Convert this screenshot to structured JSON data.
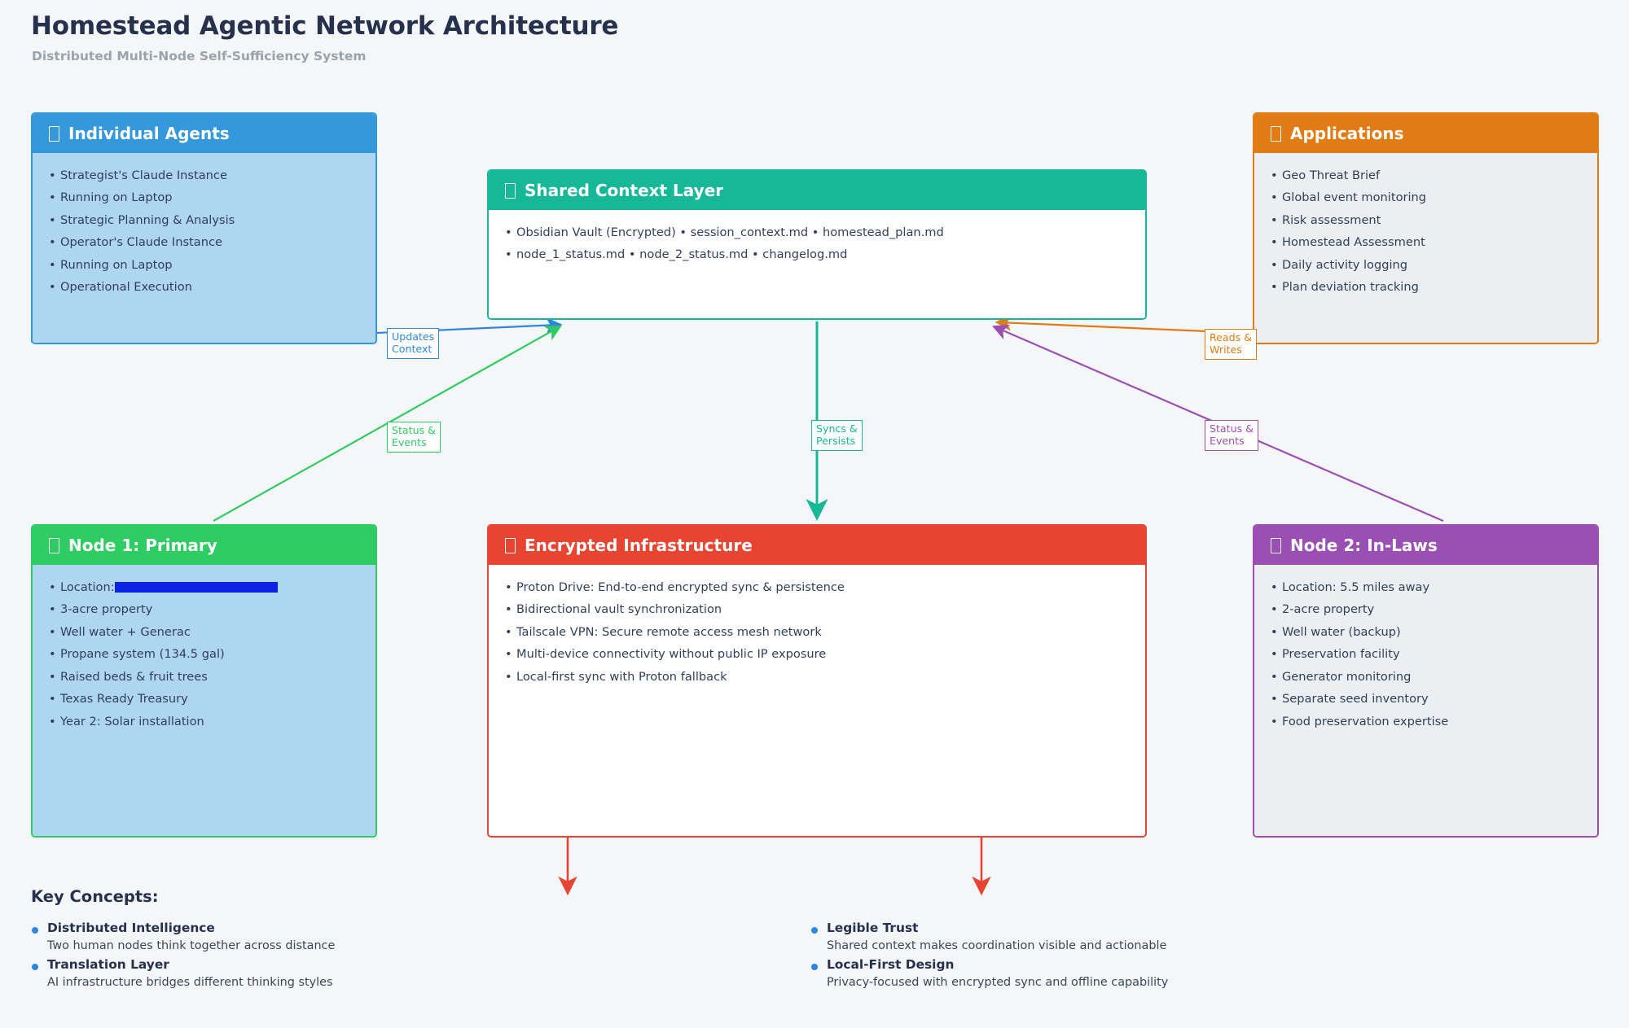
{
  "header": {
    "title": "Homestead Agentic Network Architecture",
    "subtitle": "Distributed Multi-Node Self-Sufficiency System"
  },
  "colors": {
    "agents": "#3498db",
    "context": "#16b897",
    "applications": "#e07b15",
    "node1": "#2ecc62",
    "infrastructure": "#e74431",
    "node2": "#9b4fb5",
    "title": "#25314d",
    "subtitle": "#9aa3ad",
    "redaction": "#0c22e8",
    "key_concept_bullet": "#2e86de"
  },
  "boxes": {
    "agents": {
      "title": "Individual Agents",
      "icon": "missing-glyph-icon",
      "items": [
        "Strategist's Claude Instance",
        "Running on Laptop",
        "Strategic Planning & Analysis",
        "Operator's Claude Instance",
        "Running on Laptop",
        "Operational Execution"
      ]
    },
    "context": {
      "title": "Shared Context Layer",
      "icon": "missing-glyph-icon",
      "items": [
        "Obsidian Vault (Encrypted) • session_context.md • homestead_plan.md",
        "node_1_status.md • node_2_status.md • changelog.md"
      ]
    },
    "applications": {
      "title": "Applications",
      "icon": "missing-glyph-icon",
      "items": [
        "Geo Threat Brief",
        "Global event monitoring",
        "Risk assessment",
        "Homestead Assessment",
        "Daily activity logging",
        "Plan deviation tracking"
      ]
    },
    "node1": {
      "title": "Node 1: Primary",
      "icon": "missing-glyph-icon",
      "location_label": "Location:",
      "location_redacted": true,
      "items": [
        "3-acre property",
        "Well water + Generac",
        "Propane system (134.5 gal)",
        "Raised beds & fruit trees",
        "Texas Ready Treasury",
        "Year 2: Solar installation"
      ]
    },
    "infrastructure": {
      "title": "Encrypted Infrastructure",
      "icon": "missing-glyph-icon",
      "items": [
        "Proton Drive: End-to-end encrypted sync & persistence",
        "Bidirectional vault synchronization",
        "Tailscale VPN: Secure remote access mesh network",
        "Multi-device connectivity without public IP exposure",
        "Local-first sync with Proton fallback"
      ]
    },
    "node2": {
      "title": "Node 2: In-Laws",
      "icon": "missing-glyph-icon",
      "items": [
        "Location: 5.5 miles away",
        "2-acre property",
        "Well water (backup)",
        "Preservation facility",
        "Generator monitoring",
        "Separate seed inventory",
        "Food preservation expertise"
      ]
    }
  },
  "edges": [
    {
      "id": "agents-to-context",
      "label": "Updates\nContext",
      "color": "#2e86de"
    },
    {
      "id": "node1-to-context",
      "label": "Status &\nEvents",
      "color": "#2ecc62"
    },
    {
      "id": "context-to-infra",
      "label": "Syncs &\nPersists",
      "color": "#16b897"
    },
    {
      "id": "apps-to-context",
      "label": "Reads &\nWrites",
      "color": "#e07b15"
    },
    {
      "id": "node2-to-context",
      "label": "Status &\nEvents",
      "color": "#9b4fb5"
    }
  ],
  "key_concepts": {
    "title": "Key Concepts:",
    "left": [
      {
        "name": "Distributed Intelligence",
        "desc": "Two human nodes think together across distance"
      },
      {
        "name": "Translation Layer",
        "desc": "AI infrastructure bridges different thinking styles"
      }
    ],
    "right": [
      {
        "name": "Legible Trust",
        "desc": "Shared context makes coordination visible and actionable"
      },
      {
        "name": "Local-First Design",
        "desc": "Privacy-focused with encrypted sync and offline capability"
      }
    ]
  }
}
